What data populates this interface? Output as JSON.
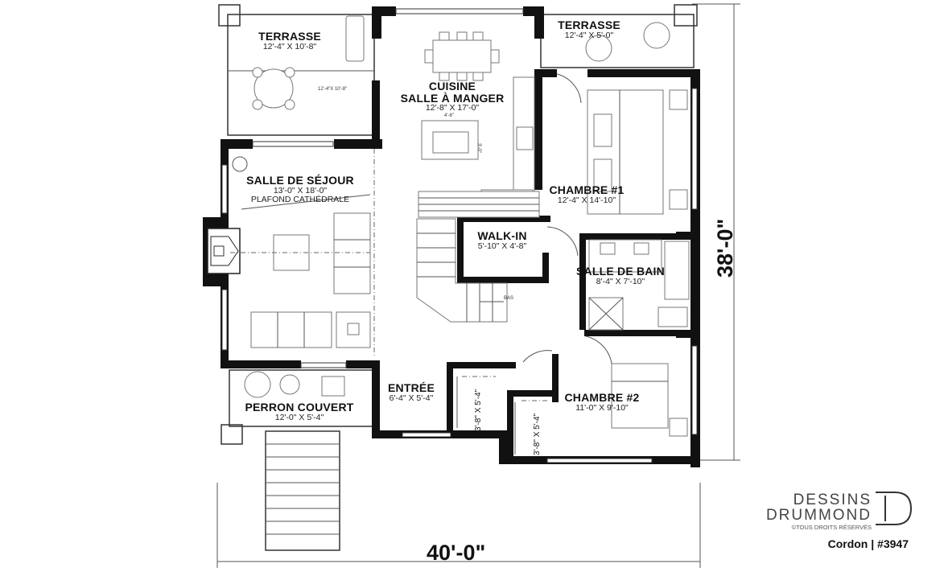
{
  "plan": {
    "overall_width": "40'-0\"",
    "overall_depth": "38'-0\""
  },
  "rooms": [
    {
      "id": "terrasse-west",
      "name": "TERRASSE",
      "dims": "12'-4\" X 10'-8\""
    },
    {
      "id": "terrasse-east",
      "name": "TERRASSE",
      "dims": "12'-4\" X 5'-0\""
    },
    {
      "id": "cuisine",
      "name": "CUISINE",
      "name2": "SALLE À MANGER",
      "dims": "12'-8\" X 17'-0\""
    },
    {
      "id": "salle-de-sejour",
      "name": "SALLE DE SÉJOUR",
      "dims": "13'-0\" X 18'-0\"",
      "note": "PLAFOND CATHÉDRALE"
    },
    {
      "id": "chambre-1",
      "name": "CHAMBRE #1",
      "dims": "12'-4\" X 14'-10\""
    },
    {
      "id": "walk-in",
      "name": "WALK-IN",
      "dims": "5'-10\" X 4'-8\""
    },
    {
      "id": "salle-de-bain",
      "name": "SALLE DE BAIN",
      "dims": "8'-4\" X 7'-10\""
    },
    {
      "id": "entree",
      "name": "ENTRÉE",
      "dims": "6'-4\" X 5'-4\""
    },
    {
      "id": "chambre-2",
      "name": "CHAMBRE #2",
      "dims": "11'-0\" X 9'-10\""
    },
    {
      "id": "perron",
      "name": "PERRON COUVERT",
      "dims": "12'-0\" X 5'-4\""
    }
  ],
  "small_labels": {
    "table_note": "12'-4\"X 10'-8\"",
    "stairs_down": "BAS",
    "closet_1": "3'-8\" X 5'-4\"",
    "closet_2": "3'-8\" X 5'-4\"",
    "island_w": "4'-6\"",
    "island_h": "3'-0\""
  },
  "brand": {
    "line1": "DESSINS",
    "line2": "DRUMMOND",
    "rights": "©TOUS DROITS RÉSERVÉS",
    "model": "Cordon | #3947"
  }
}
